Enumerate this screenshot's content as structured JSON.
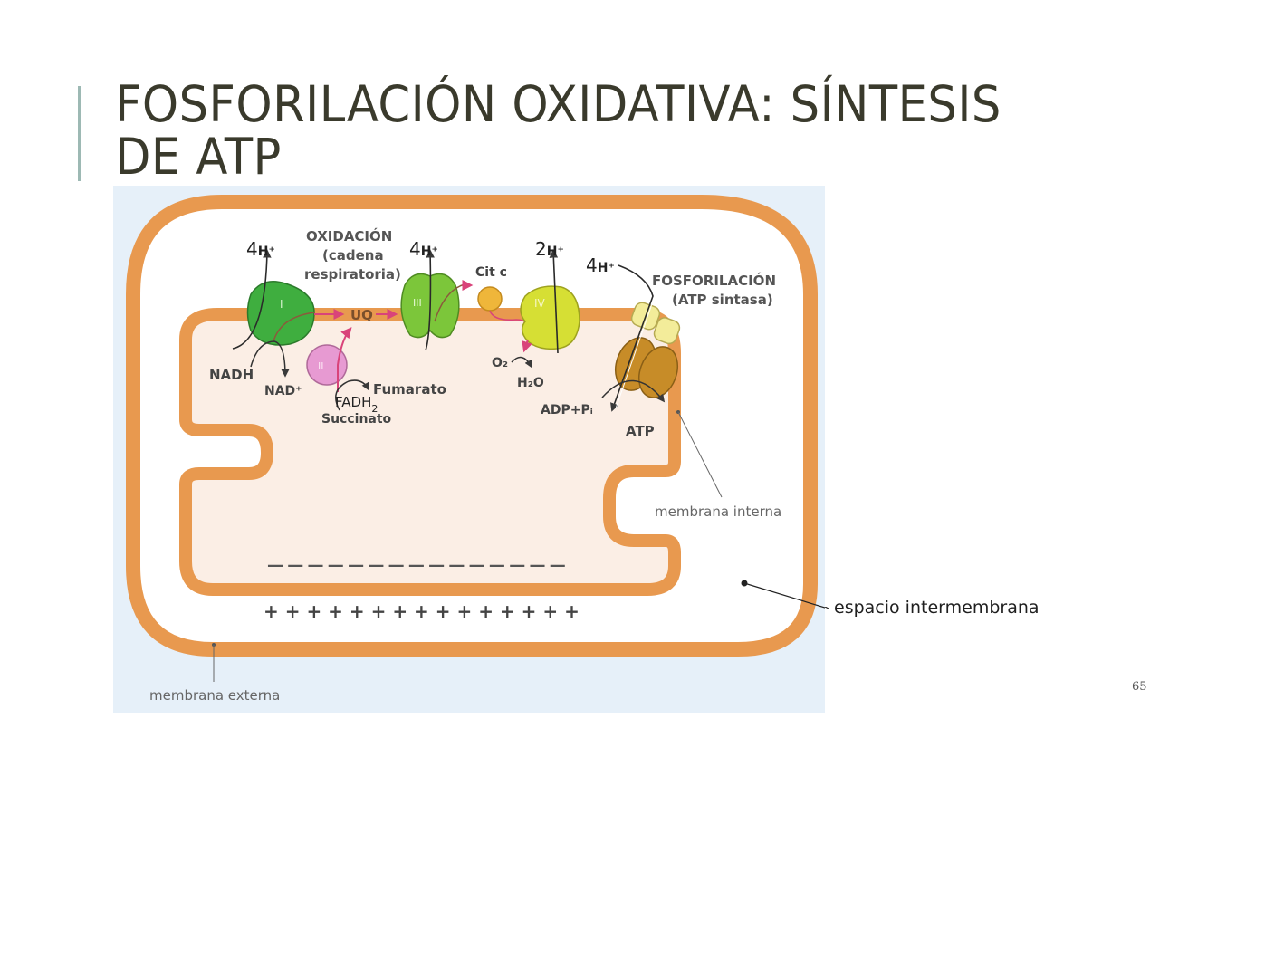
{
  "slide": {
    "title_line1": "FOSFORILACIÓN OXIDATIVA: SÍNTESIS",
    "title_line2": "DE ATP",
    "page_number": "65",
    "accent_color": "#9db9b4",
    "title_color": "#3a3a2c"
  },
  "diagram": {
    "colors": {
      "membrane": "#e8994f",
      "matrix": "#fbeee5",
      "background": "#e6f0f9",
      "complex_I": "#3fae3f",
      "complex_II": "#e79ad2",
      "complex_III": "#7cc63a",
      "complex_IV": "#d6df34",
      "cit_c": "#efb63a",
      "atp_synthase_head": "#f3ec9a",
      "atp_synthase_body": "#c78c28",
      "electron_arrow": "#d9437a"
    },
    "labels": {
      "oxidation_title": "OXIDACIÓN",
      "oxidation_sub1": "(cadena",
      "oxidation_sub2": "respiratoria)",
      "phosphorylation_title": "FOSFORILACIÓN",
      "phosphorylation_sub": "(ATP sintasa)",
      "protons_I_num": "4",
      "protons_I": "H⁺",
      "protons_III_num": "4",
      "protons_III": "H⁺",
      "protons_IV_num": "2",
      "protons_IV": "H⁺",
      "protons_synthase_num": "4",
      "protons_synthase": "H⁺",
      "complex_I": "I",
      "complex_II": "II",
      "complex_III": "III",
      "complex_IV": "IV",
      "ubiquinone": "UQ",
      "cytochrome_c": "Cit c",
      "nadh": "NADH",
      "nad": "NAD⁺",
      "fadh2": "FADH",
      "fadh2_sub": "2",
      "succinate": "Succinato",
      "fumarate": "Fumarato",
      "oxygen": "O₂",
      "water": "H₂O",
      "adp_pi": "ADP+Pᵢ",
      "atp": "ATP",
      "inner_membrane": "membrana interna",
      "outer_membrane": "membrana externa",
      "negative_charges": "— — — — — — — — — — — — — — —",
      "positive_charges": "+ + + + + + + + + + + + + + +"
    },
    "charges": {
      "negative_count": 15,
      "positive_count": 15
    },
    "external_label": "espacio intermembrana"
  }
}
